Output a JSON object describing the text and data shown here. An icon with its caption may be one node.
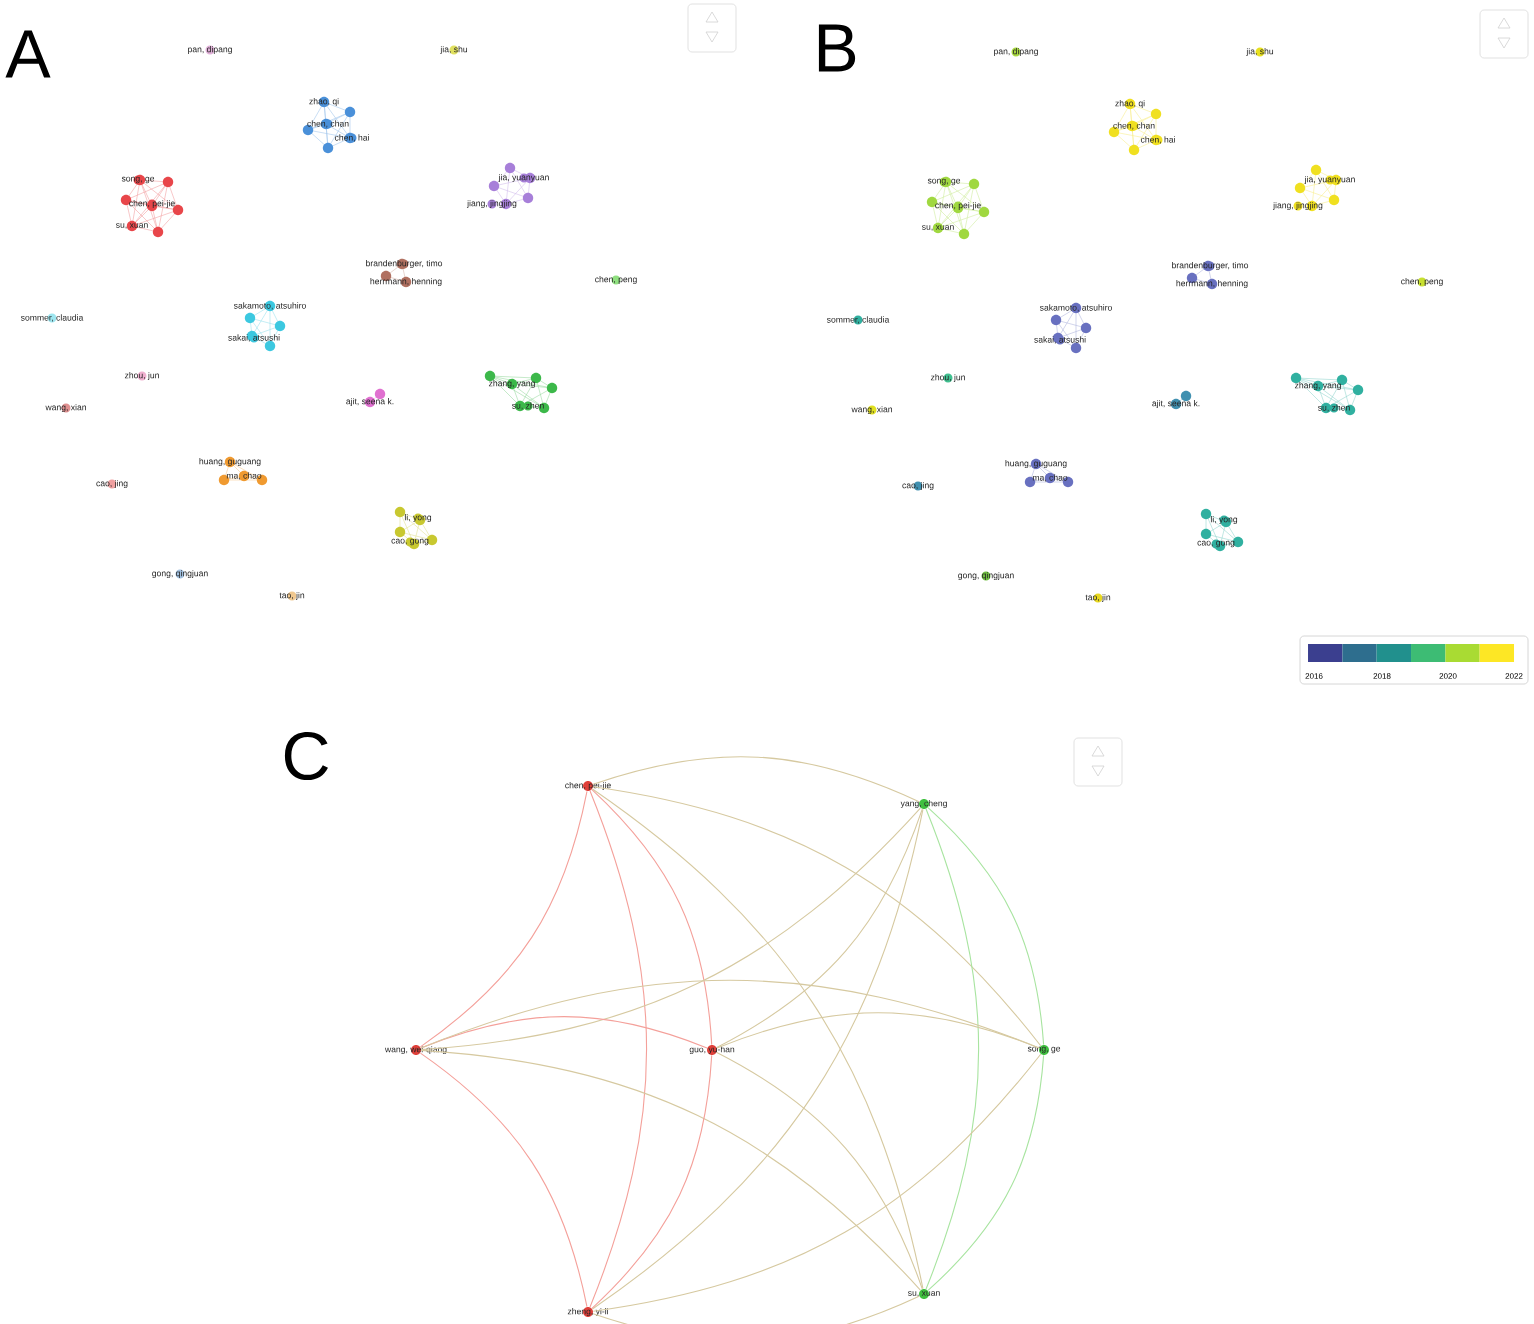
{
  "diagram": {
    "nodes": [
      {
        "text": [
          "pan, dipang"
        ]
      },
      {
        "text": [
          "jia, shu"
        ]
      },
      {
        "text": [
          "zhao, qi"
        ]
      },
      {
        "text": [
          "chen, chan"
        ]
      },
      {
        "text": [
          "chen, hai"
        ]
      },
      {
        "text": [
          "song, ge"
        ]
      },
      {
        "text": [
          "chen, pei-jie"
        ]
      },
      {
        "text": [
          "jia, yuanyuan"
        ]
      },
      {
        "text": [
          "jiang, jingjing"
        ]
      },
      {
        "text": [
          "su, xuan"
        ]
      },
      {
        "text": [
          "brandenburger, timo"
        ]
      },
      {
        "text": [
          "herrmann, henning"
        ]
      },
      {
        "text": [
          "chen, peng"
        ]
      },
      {
        "text": [
          "sakamoto, atsuhiro"
        ]
      },
      {
        "text": [
          "sommer, claudia"
        ]
      },
      {
        "text": [
          "sakai, atsushi"
        ]
      },
      {
        "text": [
          "zhou, jun"
        ]
      },
      {
        "text": [
          "zhang, yang"
        ]
      },
      {
        "text": [
          "ajit, seena k."
        ]
      },
      {
        "text": [
          "su, zhen"
        ]
      },
      {
        "text": [
          "wang, xian"
        ]
      },
      {
        "text": [
          "huang, guguang"
        ]
      },
      {
        "text": [
          "ma, chao"
        ]
      },
      {
        "text": [
          "cao, jing"
        ]
      },
      {
        "text": [
          "li, yong"
        ]
      },
      {
        "text": [
          "cao, gong"
        ]
      },
      {
        "text": [
          "gong, qingjuan"
        ]
      },
      {
        "text": [
          "tao, jin"
        ]
      },
      {
        "text": [
          "pan, dipang"
        ]
      },
      {
        "text": [
          "jia, shu"
        ]
      },
      {
        "text": [
          "zhao, qi"
        ]
      },
      {
        "text": [
          "chen, chan"
        ]
      },
      {
        "text": [
          "chen, hai"
        ]
      },
      {
        "text": [
          "song, ge"
        ]
      },
      {
        "text": [
          "chen, pei-jie"
        ]
      },
      {
        "text": [
          "jia, yuanyuan"
        ]
      },
      {
        "text": [
          "jiang, jingjing"
        ]
      },
      {
        "text": [
          "su, xuan"
        ]
      },
      {
        "text": [
          "brandenburger, timo"
        ]
      },
      {
        "text": [
          "herrmann, henning"
        ]
      },
      {
        "text": [
          "chen, peng"
        ]
      },
      {
        "text": [
          "sakamoto, atsuhiro"
        ]
      },
      {
        "text": [
          "sommer, claudia"
        ]
      },
      {
        "text": [
          "sakai, atsushi"
        ]
      },
      {
        "text": [
          "zhou, jun"
        ]
      },
      {
        "text": [
          "zhang, yang"
        ]
      },
      {
        "text": [
          "ajit, seena k."
        ]
      },
      {
        "text": [
          "su, zhen"
        ]
      },
      {
        "text": [
          "wang, xian"
        ]
      },
      {
        "text": [
          "huang, guguang"
        ]
      },
      {
        "text": [
          "ma, chao"
        ]
      },
      {
        "text": [
          "cao, jing"
        ]
      },
      {
        "text": [
          "li, yong"
        ]
      },
      {
        "text": [
          "cao, gong"
        ]
      },
      {
        "text": [
          "gong, qingjuan"
        ]
      },
      {
        "text": [
          "tao, jin"
        ]
      },
      {
        "text": [
          "chen, pei-jie"
        ]
      },
      {
        "text": [
          "yang, cheng"
        ]
      },
      {
        "text": [
          "wang, wei-qiang"
        ]
      },
      {
        "text": [
          "guo, yu-han"
        ]
      },
      {
        "text": [
          "song, ge"
        ]
      },
      {
        "text": [
          "su, xuan"
        ]
      },
      {
        "text": [
          "zheng, yi-li"
        ]
      }
    ],
    "edges": [
      {
        "from": 56,
        "to": 57,
        "arrow": "none"
      },
      {
        "from": 56,
        "to": 58,
        "arrow": "none",
        "color": "#f4a09a"
      },
      {
        "from": 56,
        "to": 59,
        "arrow": "none",
        "color": "#f4a09a"
      },
      {
        "from": 56,
        "to": 60,
        "arrow": "none"
      },
      {
        "from": 56,
        "to": 61,
        "arrow": "none"
      },
      {
        "from": 56,
        "to": 62,
        "arrow": "none",
        "color": "#f4a09a"
      },
      {
        "from": 57,
        "to": 58,
        "arrow": "none"
      },
      {
        "from": 57,
        "to": 59,
        "arrow": "none"
      },
      {
        "from": 57,
        "to": 60,
        "arrow": "none",
        "color": "#a8e4a0"
      },
      {
        "from": 57,
        "to": 61,
        "arrow": "none",
        "color": "#a8e4a0"
      },
      {
        "from": 57,
        "to": 62,
        "arrow": "none"
      },
      {
        "from": 58,
        "to": 59,
        "arrow": "none",
        "color": "#f4a09a"
      },
      {
        "from": 58,
        "to": 60,
        "arrow": "none"
      },
      {
        "from": 58,
        "to": 61,
        "arrow": "none"
      },
      {
        "from": 58,
        "to": 62,
        "arrow": "none",
        "color": "#f4a09a"
      },
      {
        "from": 59,
        "to": 60,
        "arrow": "none"
      },
      {
        "from": 59,
        "to": 61,
        "arrow": "none"
      },
      {
        "from": 59,
        "to": 62,
        "arrow": "none",
        "color": "#f4a09a"
      },
      {
        "from": 60,
        "to": 61,
        "arrow": "none",
        "color": "#a8e4a0"
      },
      {
        "from": 60,
        "to": 62,
        "arrow": "none"
      },
      {
        "from": 61,
        "to": 62,
        "arrow": "none"
      }
    ],
    "labels": [
      "A",
      "B",
      "2016",
      "2018",
      "2020",
      "2022",
      "C"
    ]
  }
}
